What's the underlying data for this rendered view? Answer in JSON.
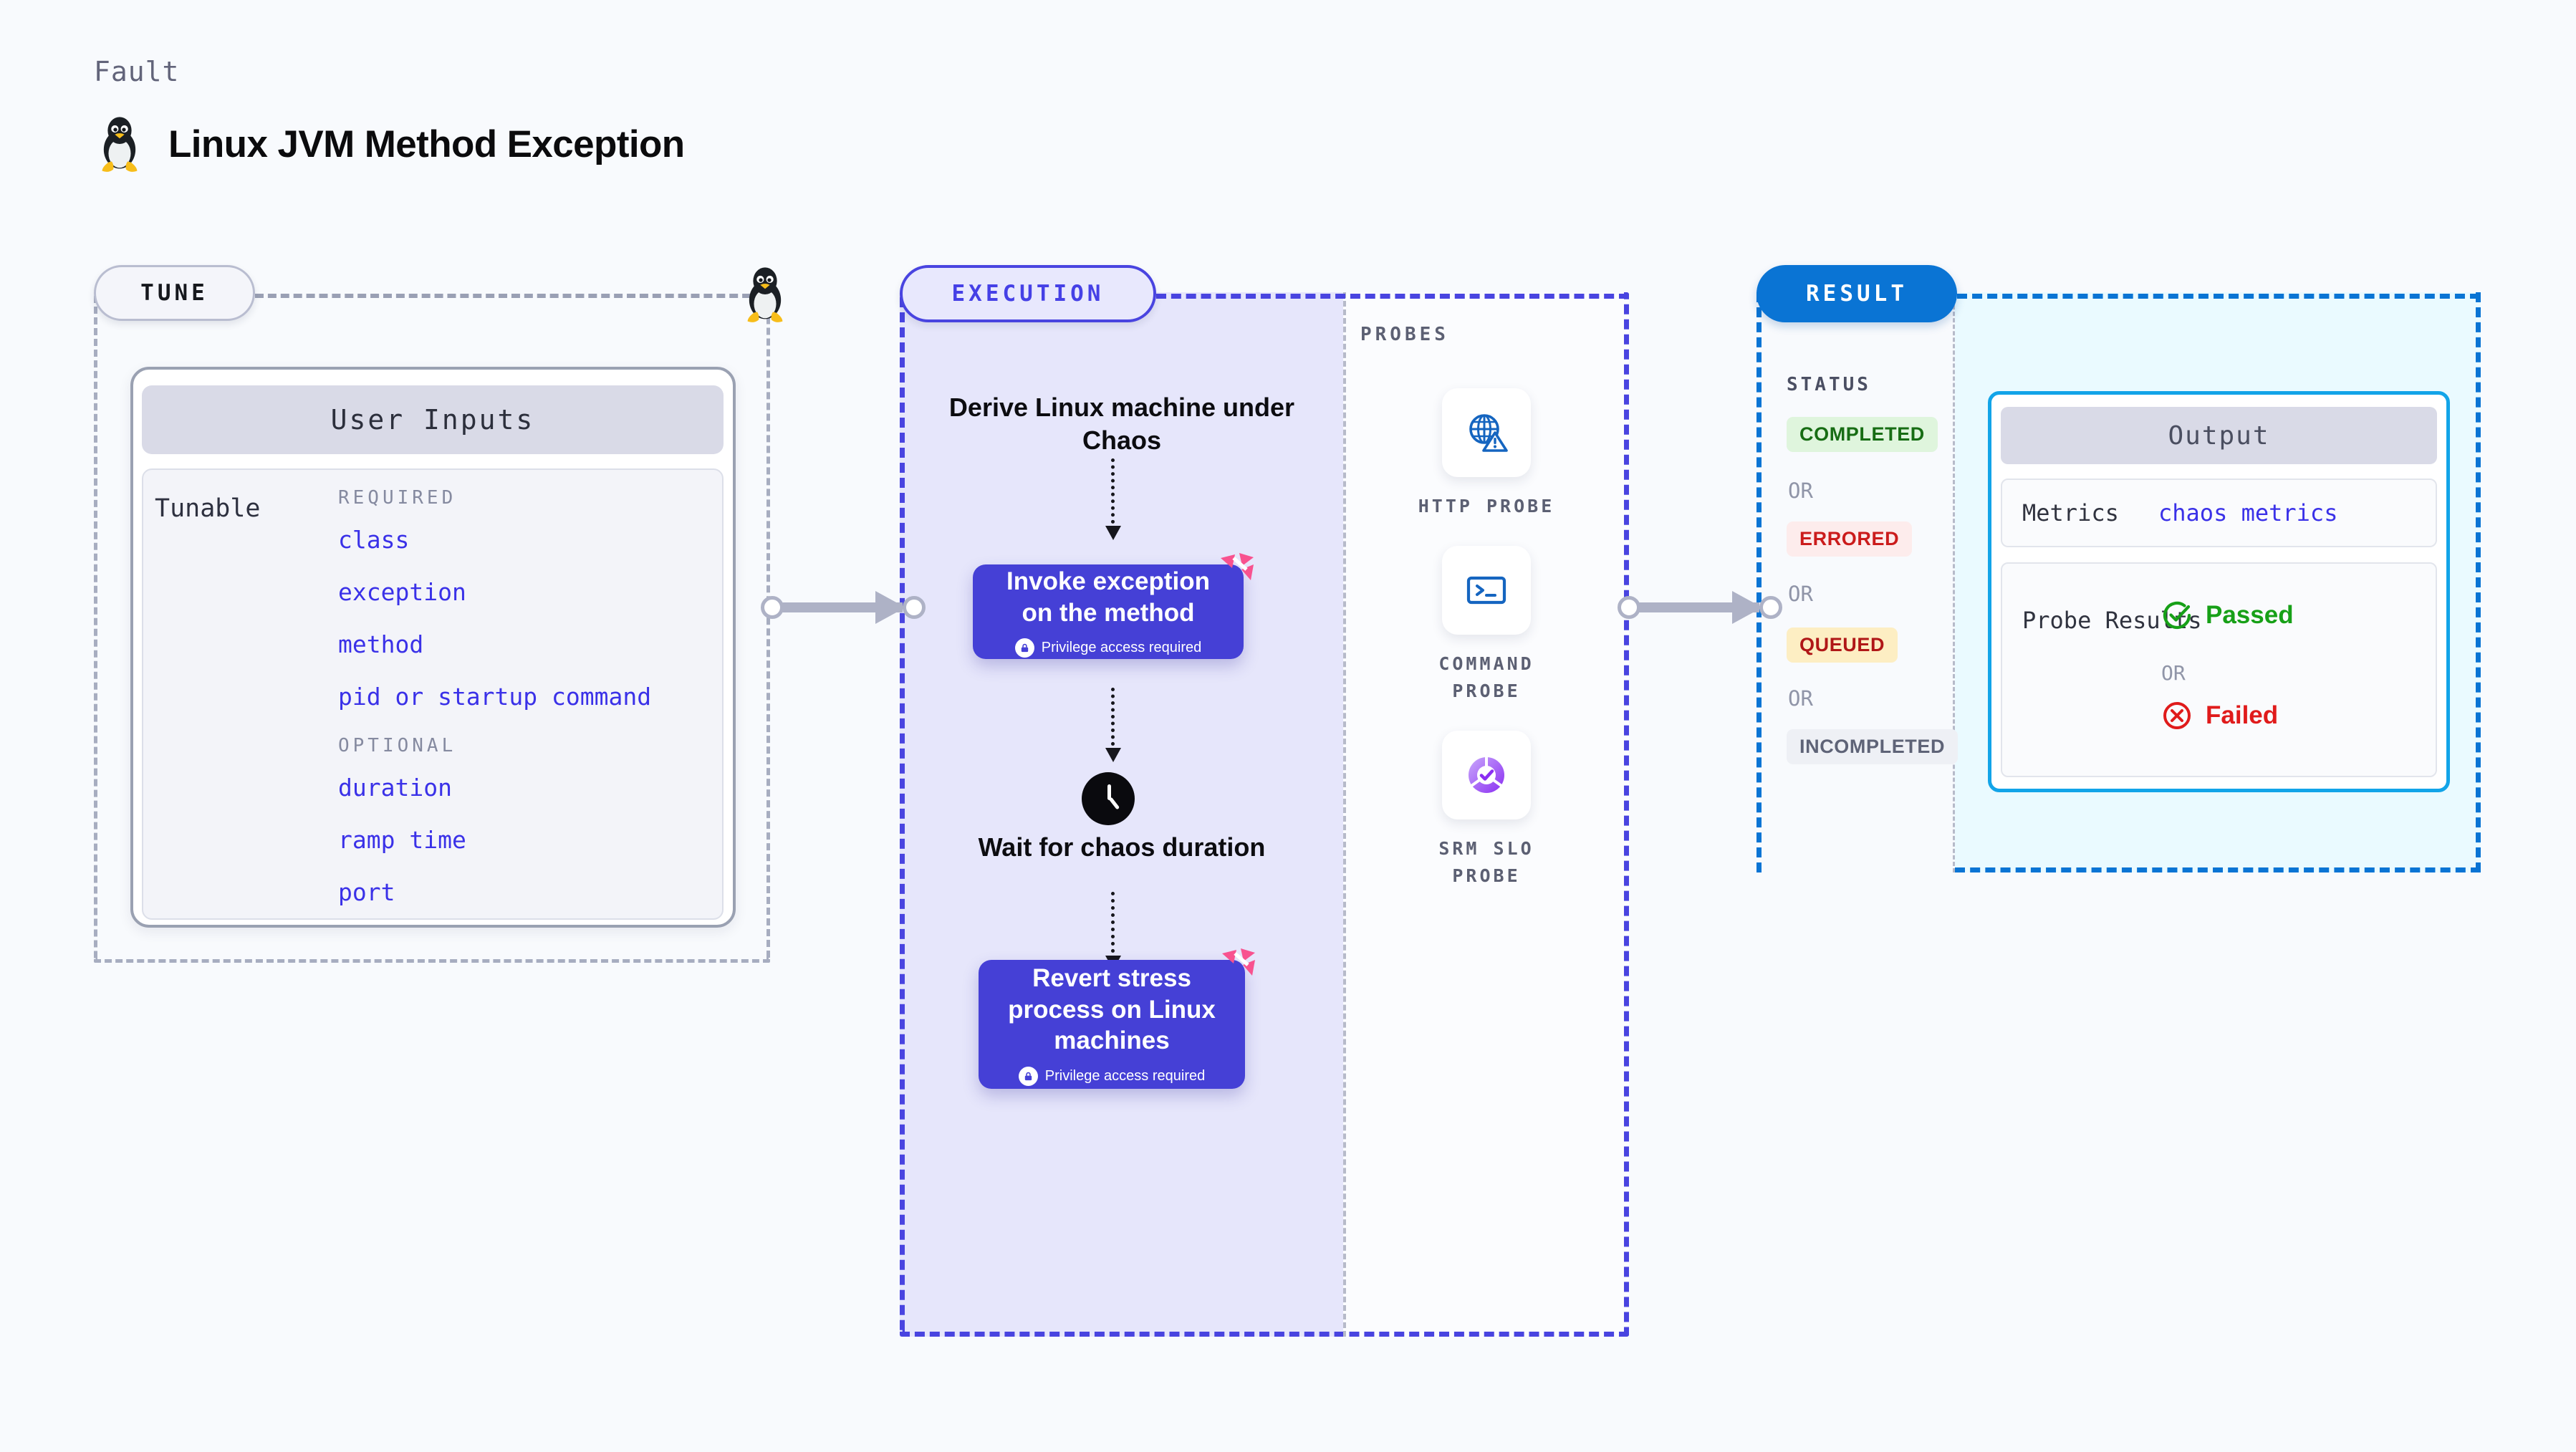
{
  "header": {
    "eyebrow": "Fault",
    "title": "Linux JVM Method Exception",
    "icon": "linux-penguin-icon"
  },
  "tune": {
    "chip_label": "TUNE",
    "card_title": "User Inputs",
    "tunable_label": "Tunable",
    "sections": [
      {
        "heading": "REQUIRED",
        "items": [
          "class",
          "exception",
          "method",
          "pid or startup command"
        ]
      },
      {
        "heading": "OPTIONAL",
        "items": [
          "duration",
          "ramp time",
          "port"
        ]
      }
    ]
  },
  "execution": {
    "chip_label": "EXECUTION",
    "derive_text": "Derive Linux machine under Chaos",
    "step1": {
      "title": "Invoke exception on the method",
      "privilege": "Privilege access required",
      "badge_icon": "harness-logo-icon",
      "lock_icon": "lock-icon"
    },
    "wait": {
      "icon": "clock-icon",
      "text": "Wait for chaos duration"
    },
    "step2": {
      "title": "Revert stress process on Linux machines",
      "privilege": "Privilege access required",
      "badge_icon": "harness-logo-icon",
      "lock_icon": "lock-icon"
    }
  },
  "probes": {
    "section_label": "PROBES",
    "items": [
      {
        "label": "HTTP PROBE",
        "icon": "globe-warning-icon"
      },
      {
        "label": "COMMAND PROBE",
        "icon": "terminal-icon"
      },
      {
        "label": "SRM SLO PROBE",
        "icon": "slo-check-icon"
      }
    ]
  },
  "result": {
    "chip_label": "RESULT",
    "status_label": "STATUS",
    "or_label": "OR",
    "statuses": [
      {
        "label": "COMPLETED",
        "bg": "#dff5dd",
        "fg": "#176d14"
      },
      {
        "label": "ERRORED",
        "bg": "#fdecec",
        "fg": "#cb1c1c"
      },
      {
        "label": "QUEUED",
        "bg": "#fdeec3",
        "fg": "#b01717"
      },
      {
        "label": "INCOMPLETED",
        "bg": "#eef0f5",
        "fg": "#5e6377"
      }
    ],
    "output": {
      "title": "Output",
      "metrics_key": "Metrics",
      "metrics_value": "chaos metrics",
      "probe_key": "Probe Results",
      "passed_label": "Passed",
      "failed_label": "Failed",
      "or_label": "OR",
      "passed_icon": "check-circle-icon",
      "failed_icon": "x-circle-icon"
    }
  },
  "colors": {
    "background": "#f8fafd",
    "accent_purple": "#4540d6",
    "accent_blue": "#0a74d4",
    "link_blue": "#3a31e8",
    "harness_pink": "#f8528f",
    "pass_green": "#17a017",
    "fail_red": "#e01b1b"
  }
}
